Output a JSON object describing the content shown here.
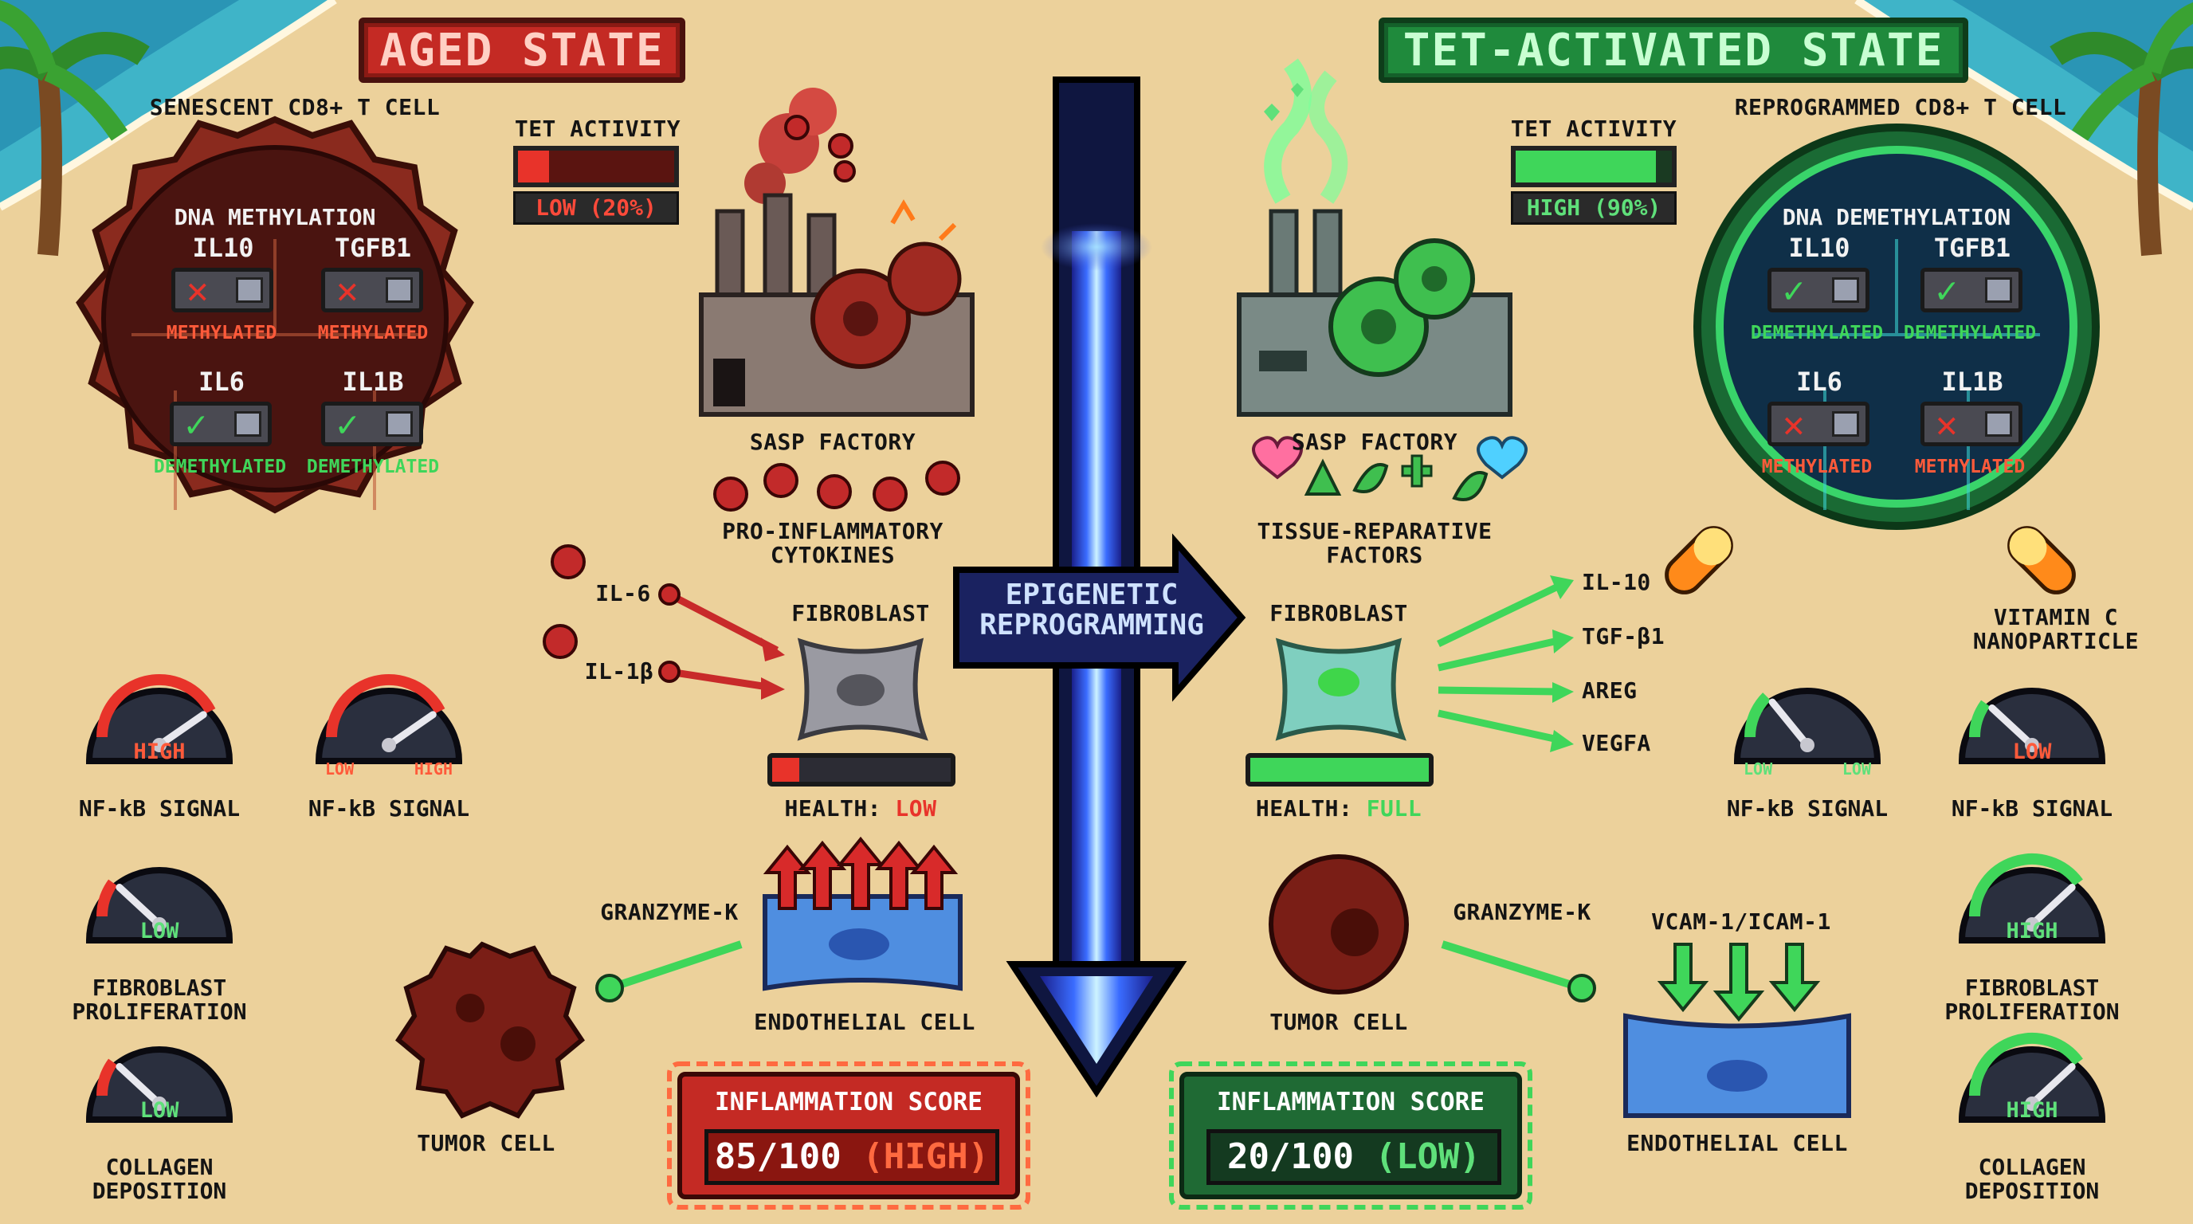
{
  "aged": {
    "banner": "AGED STATE",
    "cell_title": "SENESCENT CD8+ T CELL",
    "tet_label": "TET ACTIVITY",
    "tet_level": 0.2,
    "tet_value": "LOW (20%)",
    "dna_title": "DNA METHYLATION",
    "genes": [
      {
        "name": "IL10",
        "mark": "✕",
        "state": "METHYLATED"
      },
      {
        "name": "TGFB1",
        "mark": "✕",
        "state": "METHYLATED"
      },
      {
        "name": "IL6",
        "mark": "✓",
        "state": "DEMETHYLATED"
      },
      {
        "name": "IL1B",
        "mark": "✓",
        "state": "DEMETHYLATED"
      }
    ],
    "sasp_label": "SASP FACTORY",
    "cytokine_label": "PRO-INFLAMMATORY CYTOKINES",
    "inputs": [
      "IL-6",
      "IL-1β"
    ],
    "fibroblast_label": "FIBROBLAST",
    "health_prefix": "HEALTH: ",
    "health_value": "LOW",
    "health_level": 0.15,
    "granzyme_label": "GRANZYME-K",
    "endothelial_label": "ENDOTHELIAL CELL",
    "tumor_label": "TUMOR CELL",
    "gauges": [
      {
        "title": "NF-kB SIGNAL",
        "reading": "HIGH",
        "level": 0.85
      },
      {
        "title": "NF-kB SIGNAL",
        "low": "LOW",
        "high": "HIGH",
        "level": 0.85
      },
      {
        "title": "FIBROBLAST PROLIFERATION",
        "reading": "LOW",
        "level": 0.2
      },
      {
        "title": "COLLAGEN DEPOSITION",
        "reading": "LOW",
        "level": 0.2
      }
    ],
    "inflammation_title": "INFLAMMATION SCORE",
    "inflammation_score": "85/100",
    "inflammation_level": "(HIGH)"
  },
  "center": {
    "reprogramming_label": "EPIGENETIC REPROGRAMMING"
  },
  "activated": {
    "banner": "TET-ACTIVATED STATE",
    "cell_title": "REPROGRAMMED CD8+ T CELL",
    "tet_label": "TET ACTIVITY",
    "tet_level": 0.9,
    "tet_value": "HIGH (90%)",
    "dna_title": "DNA DEMETHYLATION",
    "genes": [
      {
        "name": "IL10",
        "mark": "✓",
        "state": "DEMETHYLATED"
      },
      {
        "name": "TGFB1",
        "mark": "✓",
        "state": "DEMETHYLATED"
      },
      {
        "name": "IL6",
        "mark": "✕",
        "state": "METHYLATED"
      },
      {
        "name": "IL1B",
        "mark": "✕",
        "state": "METHYLATED"
      }
    ],
    "sasp_label": "SASP FACTORY",
    "factors_label": "TISSUE-REPARATIVE FACTORS",
    "outputs": [
      "IL-10",
      "TGF-β1",
      "AREG",
      "VEGFA"
    ],
    "fibroblast_label": "FIBROBLAST",
    "health_prefix": "HEALTH: ",
    "health_value": "FULL",
    "health_level": 1.0,
    "granzyme_label": "GRANZYME-K",
    "vcam_label": "VCAM-1/ICAM-1",
    "endothelial_label": "ENDOTHELIAL CELL",
    "tumor_label": "TUMOR CELL",
    "nanoparticle_label": "VITAMIN C NANOPARTICLE",
    "gauges": [
      {
        "title": "NF-kB SIGNAL",
        "low": "LOW",
        "high": "LOW",
        "level": 0.25
      },
      {
        "title": "NF-kB SIGNAL",
        "reading": "LOW",
        "level": 0.2
      },
      {
        "title": "FIBROBLAST PROLIFERATION",
        "reading": "HIGH",
        "level": 0.8
      },
      {
        "title": "COLLAGEN DEPOSITION",
        "reading": "HIGH",
        "level": 0.8
      }
    ],
    "inflammation_title": "INFLAMMATION SCORE",
    "inflammation_score": "20/100",
    "inflammation_level": "(LOW)"
  },
  "colors": {
    "aged": "#c42a24",
    "activated": "#2fbf55",
    "sand": "#ecd19b",
    "sea": "#3fb4c8",
    "beam": "#5a7cff"
  }
}
